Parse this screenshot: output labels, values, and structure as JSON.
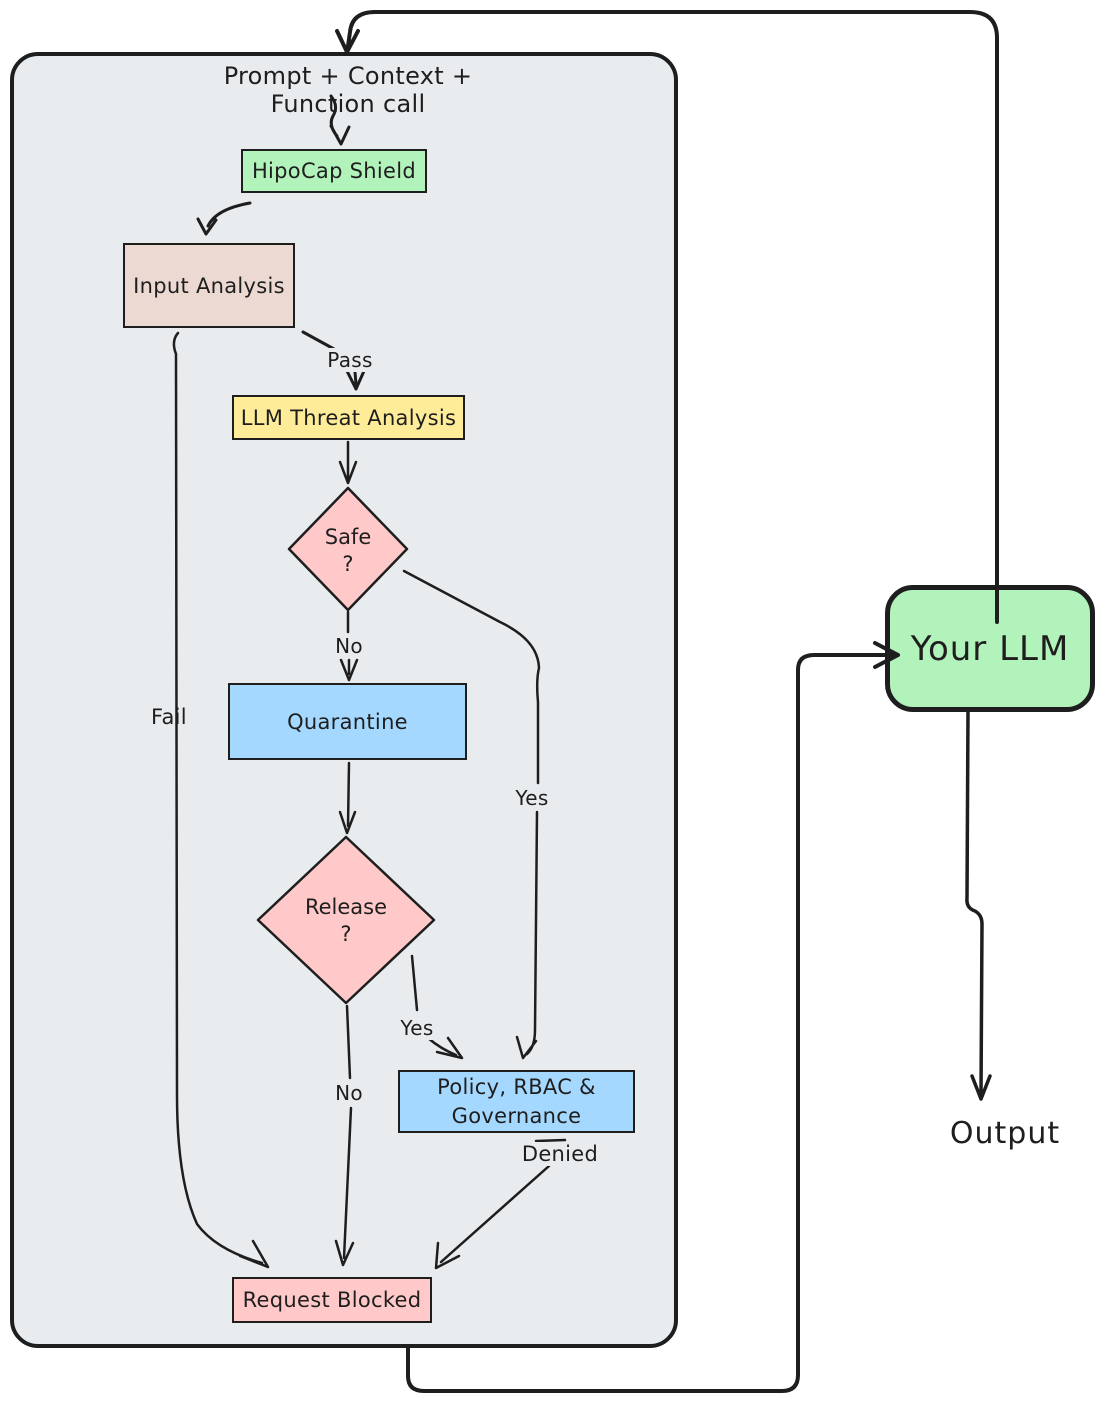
{
  "diagram": {
    "container_title": "Prompt + Context + Function call",
    "nodes": {
      "hipocap": {
        "label": "HipoCap Shield",
        "color": "#b2f2bb"
      },
      "input": {
        "label": "Input Analysis",
        "color": "#ecdad2"
      },
      "threat": {
        "label": "LLM Threat Analysis",
        "color": "#ffec99"
      },
      "safe": {
        "label": "Safe",
        "mark": "?",
        "color": "#ffc9c9"
      },
      "quarantine": {
        "label": "Quarantine",
        "color": "#a5d8ff"
      },
      "release": {
        "label": "Release",
        "mark": "?",
        "color": "#ffc9c9"
      },
      "policy": {
        "label": "Policy, RBAC & Governance",
        "color": "#a5d8ff"
      },
      "blocked": {
        "label": "Request Blocked",
        "color": "#ffc9c9"
      },
      "your_llm": {
        "label": "Your LLM",
        "color": "#b2f2bb"
      },
      "output": {
        "label": "Output"
      }
    },
    "edge_labels": {
      "pass": "Pass",
      "safe_no": "No",
      "safe_yes": "Yes",
      "fail": "Fail",
      "release_yes": "Yes",
      "release_no": "No",
      "denied": "Denied"
    },
    "colors": {
      "container_bg": "#e9ecef",
      "stroke": "#1e1e1e",
      "page_bg": "#ffffff"
    }
  }
}
